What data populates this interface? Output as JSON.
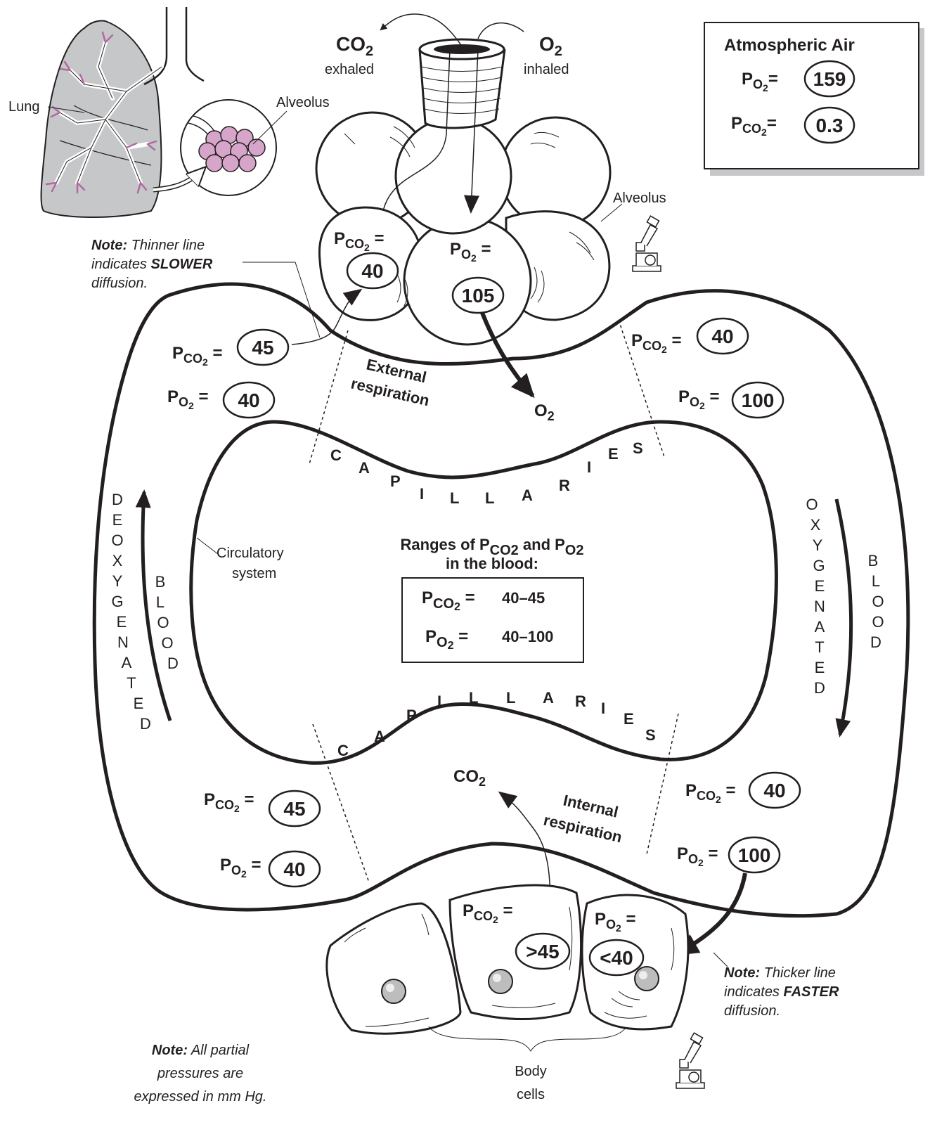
{
  "labels": {
    "lung": "Lung",
    "alveolus_top": "Alveolus",
    "alveolus_right": "Alveolus",
    "co2_exhaled_gas": "CO",
    "co2_exhaled_sub": "2",
    "exhaled": "exhaled",
    "o2_inhaled_gas": "O",
    "o2_inhaled_sub": "2",
    "inhaled": "inhaled",
    "circulatory_system_1": "Circulatory",
    "circulatory_system_2": "system",
    "external_respiration_1": "External",
    "external_respiration_2": "respiration",
    "internal_respiration_1": "Internal",
    "internal_respiration_2": "respiration",
    "o2_gas": "O",
    "o2_sub": "2",
    "co2_gas": "CO",
    "co2_sub": "2",
    "body_cells_1": "Body",
    "body_cells_2": "cells",
    "capillaries_top": [
      "C",
      "A",
      "P",
      "I",
      "L",
      "L",
      "A",
      "R",
      "I",
      "E",
      "S"
    ],
    "capillaries_bottom": [
      "C",
      "A",
      "P",
      "I",
      "L",
      "L",
      "A",
      "R",
      "I",
      "E",
      "S"
    ],
    "deoxygenated": [
      "D",
      "E",
      "O",
      "X",
      "Y",
      "G",
      "E",
      "N",
      "A",
      "T",
      "E",
      "D"
    ],
    "blood_left": [
      "B",
      "L",
      "O",
      "O",
      "D"
    ],
    "oxygenated": [
      "O",
      "X",
      "Y",
      "G",
      "E",
      "N",
      "A",
      "T",
      "E",
      "D"
    ],
    "blood_right": [
      "B",
      "L",
      "O",
      "O",
      "D"
    ]
  },
  "atmospheric_air": {
    "title": "Atmospheric Air",
    "po2_label": "P",
    "po2_sub": "O2",
    "po2_value": "159",
    "pco2_label": "P",
    "pco2_sub": "CO2",
    "pco2_value": "0.3",
    "equals": "="
  },
  "pressures": {
    "alveolus_pco2": "40",
    "alveolus_po2": "105",
    "deoxy_top_pco2": "45",
    "deoxy_top_po2": "40",
    "oxy_top_pco2": "40",
    "oxy_top_po2": "100",
    "deoxy_bottom_pco2": "45",
    "deoxy_bottom_po2": "40",
    "oxy_bottom_pco2": "40",
    "oxy_bottom_po2": "100",
    "cell_pco2": ">45",
    "cell_po2": "<40"
  },
  "ranges": {
    "title_1": "Ranges of P",
    "title_co2": "CO2",
    "title_and": " and P",
    "title_o2": "O2",
    "title_2": "in the blood:",
    "pco2_range": "40–45",
    "po2_range": "40–100"
  },
  "notes": {
    "slower_lead": "Note:",
    "slower_1": "Thinner line",
    "slower_2a": "indicates",
    "slower_2b": "SLOWER",
    "slower_3": "diffusion.",
    "faster_lead": "Note:",
    "faster_1": "Thicker line",
    "faster_2a": "indicates",
    "faster_2b": "FASTER",
    "faster_3": "diffusion.",
    "mmhg_lead": "Note:",
    "mmhg_1": "All partial",
    "mmhg_2": "pressures are",
    "mmhg_3": "expressed in mm Hg."
  },
  "colors": {
    "deoxygenated": "#c6c7c9",
    "oxygenated": "#d6a5c9",
    "alveolus_pink": "#d6a5c9",
    "lung_gray": "#c6c7c9",
    "ink": "#231f20"
  },
  "icons": [
    "lung-icon",
    "alveoli-cluster-icon",
    "microscope-icon",
    "body-cell-icon"
  ]
}
